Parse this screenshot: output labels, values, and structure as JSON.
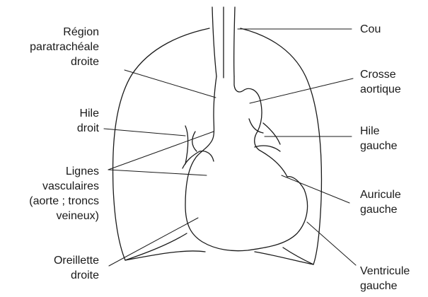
{
  "labels": {
    "region_paratracheale": "Région\nparatrachéale\ndroite",
    "hile_droit": "Hile\ndroit",
    "lignes_vasculaires": "Lignes\nvasculaires\n(aorte ; troncs\nveineux)",
    "oreillette_droite": "Oreillette\ndroite",
    "cou": "Cou",
    "crosse_aortique": "Crosse\naortique",
    "hile_gauche": "Hile\ngauche",
    "auricule_gauche": "Auricule\ngauche",
    "ventricule_gauche": "Ventricule\ngauche"
  },
  "colors": {
    "line": "#1a1a1a",
    "background": "#ffffff"
  }
}
